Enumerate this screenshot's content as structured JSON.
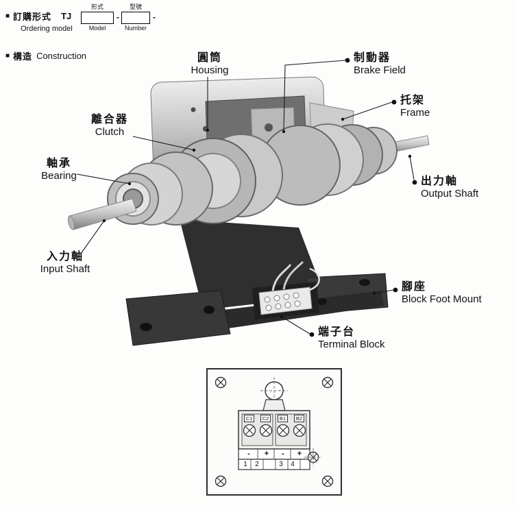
{
  "ordering": {
    "bullet": "■",
    "title_zh": "訂購形式",
    "code": "TJ",
    "subtitle_en": "Ordering model",
    "separator": "-",
    "model_box": {
      "label_zh": "形式",
      "label_en": "Model"
    },
    "number_box": {
      "label_zh": "型號",
      "label_en": "Number"
    }
  },
  "construction": {
    "bullet": "■",
    "title_zh": "構造",
    "title_en": "Construction"
  },
  "callouts": {
    "housing": {
      "zh": "圓筒",
      "en": "Housing"
    },
    "brake_field": {
      "zh": "制動器",
      "en": "Brake Field"
    },
    "frame": {
      "zh": "托架",
      "en": "Frame"
    },
    "clutch": {
      "zh": "離合器",
      "en": "Clutch"
    },
    "bearing": {
      "zh": "軸承",
      "en": "Bearing"
    },
    "output_shaft": {
      "zh": "出力軸",
      "en": "Output Shaft"
    },
    "input_shaft": {
      "zh": "入力軸",
      "en": "Input Shaft"
    },
    "foot_mount": {
      "zh": "腳座",
      "en": "Block Foot Mount"
    },
    "terminal_block": {
      "zh": "端子台",
      "en": "Terminal Block"
    }
  },
  "terminal_diagram": {
    "terminals": [
      "C1",
      "C2",
      "B1",
      "B2"
    ],
    "polarity": [
      "-",
      "+",
      "-",
      "+"
    ],
    "numbers": [
      "1",
      "2",
      "3",
      "4"
    ]
  },
  "colors": {
    "ink": "#111111",
    "photo_dark": "#2b2b2b",
    "photo_metal": "#c2c2c2"
  }
}
